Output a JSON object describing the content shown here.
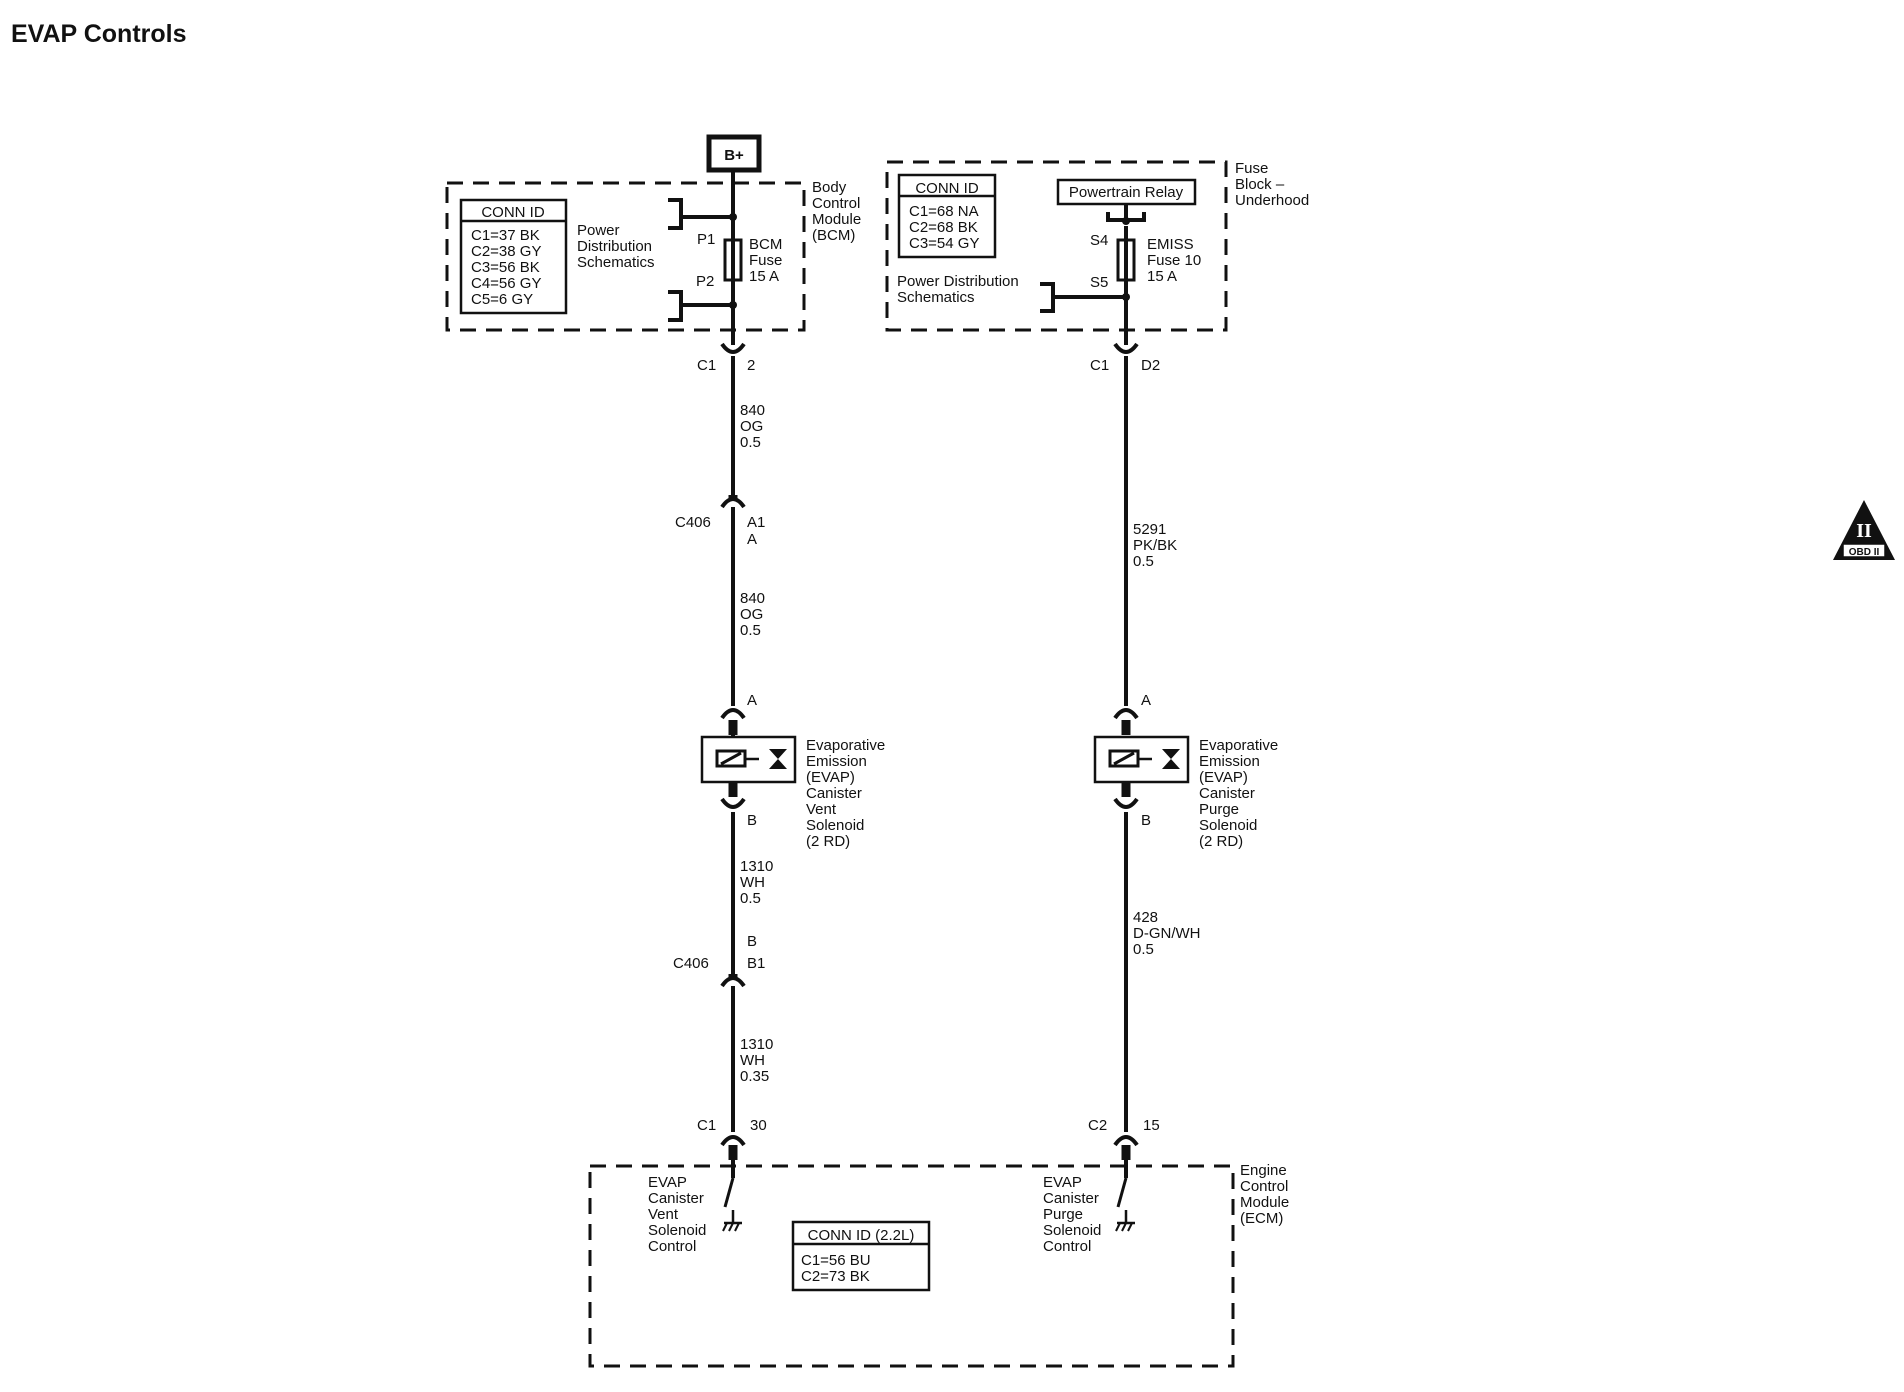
{
  "title": "EVAP Controls",
  "bplus": "B+",
  "bcm": {
    "name": [
      "Body",
      "Control",
      "Module",
      "(BCM)"
    ],
    "conn_id_title": "CONN ID",
    "conn_ids": [
      "C1=37 BK",
      "C2=38 GY",
      "C3=56 BK",
      "C4=56 GY",
      "C5=6 GY"
    ],
    "power_dist": [
      "Power",
      "Distribution",
      "Schematics"
    ],
    "p1": "P1",
    "p2": "P2",
    "fuse": [
      "BCM",
      "Fuse",
      "15 A"
    ]
  },
  "fuse_block": {
    "name": [
      "Fuse",
      "Block –",
      "Underhood"
    ],
    "conn_id_title": "CONN ID",
    "conn_ids": [
      "C1=68 NA",
      "C2=68 BK",
      "C3=54 GY"
    ],
    "relay": "Powertrain Relay",
    "power_dist": [
      "Power Distribution",
      "Schematics"
    ],
    "s4": "S4",
    "s5": "S5",
    "fuse": [
      "EMISS",
      "Fuse 10",
      "15 A"
    ]
  },
  "left_circuit": {
    "c1_conn": "C1",
    "c1_pin": "2",
    "wire1": [
      "840",
      "OG",
      "0.5"
    ],
    "c406_conn": "C406",
    "c406_pin": [
      "A1",
      "A"
    ],
    "wire2": [
      "840",
      "OG",
      "0.5"
    ],
    "sol_pin_a": "A",
    "sol_pin_b": "B",
    "solenoid_name": [
      "Evaporative",
      "Emission",
      "(EVAP)",
      "Canister",
      "Vent",
      "Solenoid",
      "(2 RD)"
    ],
    "wire3": [
      "1310",
      "WH",
      "0.5"
    ],
    "c406b_conn": "C406",
    "c406b_pin": [
      "B",
      "B1"
    ],
    "wire4": [
      "1310",
      "WH",
      "0.35"
    ],
    "ecm_conn": "C1",
    "ecm_pin": "30"
  },
  "right_circuit": {
    "c1_conn": "C1",
    "c1_pin": "D2",
    "wire1": [
      "5291",
      "PK/BK",
      "0.5"
    ],
    "sol_pin_a": "A",
    "sol_pin_b": "B",
    "solenoid_name": [
      "Evaporative",
      "Emission",
      "(EVAP)",
      "Canister",
      "Purge",
      "Solenoid",
      "(2 RD)"
    ],
    "wire2": [
      "428",
      "D-GN/WH",
      "0.5"
    ],
    "ecm_conn": "C2",
    "ecm_pin": "15"
  },
  "ecm": {
    "name": [
      "Engine",
      "Control",
      "Module",
      "(ECM)"
    ],
    "vent_control": [
      "EVAP",
      "Canister",
      "Vent",
      "Solenoid",
      "Control"
    ],
    "purge_control": [
      "EVAP",
      "Canister",
      "Purge",
      "Solenoid",
      "Control"
    ],
    "conn_id_title": "CONN ID (2.2L)",
    "conn_ids": [
      "C1=56 BU",
      "C2=73 BK"
    ]
  },
  "obd_badge": {
    "symbol": "II",
    "label": "OBD II"
  }
}
